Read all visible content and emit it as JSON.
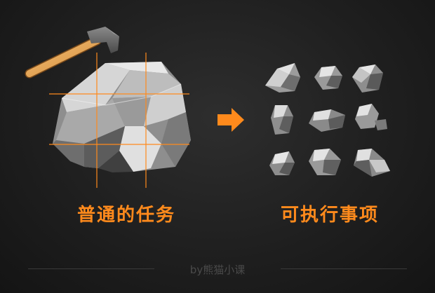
{
  "colors": {
    "accent": "#ff8a1c",
    "rock_light": "#c8c8c8",
    "rock_mid": "#8a8a8a",
    "rock_dark": "#4a4a4a",
    "handle": "#e9a85a",
    "hammer_head": "#6a6a6a"
  },
  "left_caption": "普通的任务",
  "right_caption": "可执行事项",
  "footer_credit": "by熊猫小课",
  "icons": {
    "tool": "hammer-icon",
    "connector": "right-arrow-icon"
  }
}
